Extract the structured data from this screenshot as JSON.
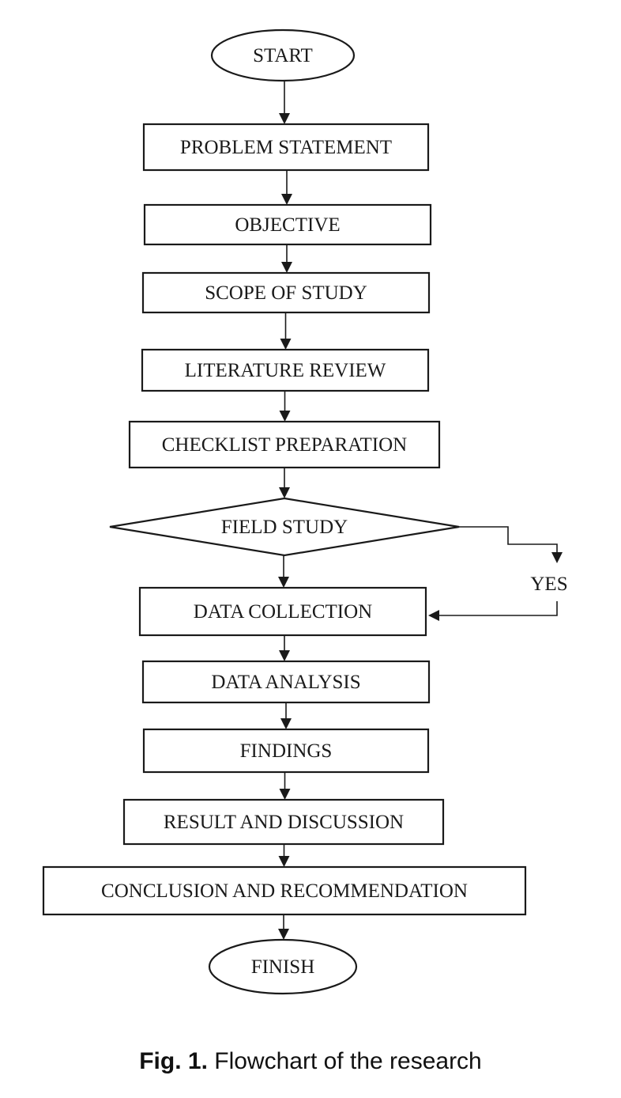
{
  "diagram": {
    "type": "flowchart",
    "nodes": [
      {
        "id": "start",
        "shape": "ellipse",
        "label": "START"
      },
      {
        "id": "problem",
        "shape": "rect",
        "label": "PROBLEM STATEMENT"
      },
      {
        "id": "objective",
        "shape": "rect",
        "label": "OBJECTIVE"
      },
      {
        "id": "scope",
        "shape": "rect",
        "label": "SCOPE OF STUDY"
      },
      {
        "id": "literature",
        "shape": "rect",
        "label": "LITERATURE REVIEW"
      },
      {
        "id": "checklist",
        "shape": "rect",
        "label": "CHECKLIST PREPARATION"
      },
      {
        "id": "field",
        "shape": "diamond",
        "label": "FIELD STUDY"
      },
      {
        "id": "collection",
        "shape": "rect",
        "label": "DATA COLLECTION"
      },
      {
        "id": "analysis",
        "shape": "rect",
        "label": "DATA ANALYSIS"
      },
      {
        "id": "findings",
        "shape": "rect",
        "label": "FINDINGS"
      },
      {
        "id": "result",
        "shape": "rect",
        "label": "RESULT AND DISCUSSION"
      },
      {
        "id": "conclusion",
        "shape": "rect",
        "label": "CONCLUSION AND RECOMMENDATION"
      },
      {
        "id": "finish",
        "shape": "ellipse",
        "label": "FINISH"
      }
    ],
    "edges": [
      {
        "from": "start",
        "to": "problem"
      },
      {
        "from": "problem",
        "to": "objective"
      },
      {
        "from": "objective",
        "to": "scope"
      },
      {
        "from": "scope",
        "to": "literature"
      },
      {
        "from": "literature",
        "to": "checklist"
      },
      {
        "from": "checklist",
        "to": "field"
      },
      {
        "from": "field",
        "to": "collection"
      },
      {
        "from": "field",
        "to": "collection",
        "label": "YES",
        "route": "right-side"
      },
      {
        "from": "collection",
        "to": "analysis"
      },
      {
        "from": "analysis",
        "to": "findings"
      },
      {
        "from": "findings",
        "to": "result"
      },
      {
        "from": "result",
        "to": "conclusion"
      },
      {
        "from": "conclusion",
        "to": "finish"
      }
    ]
  },
  "caption": {
    "prefix": "Fig. 1.",
    "text": " Flowchart of the research"
  }
}
